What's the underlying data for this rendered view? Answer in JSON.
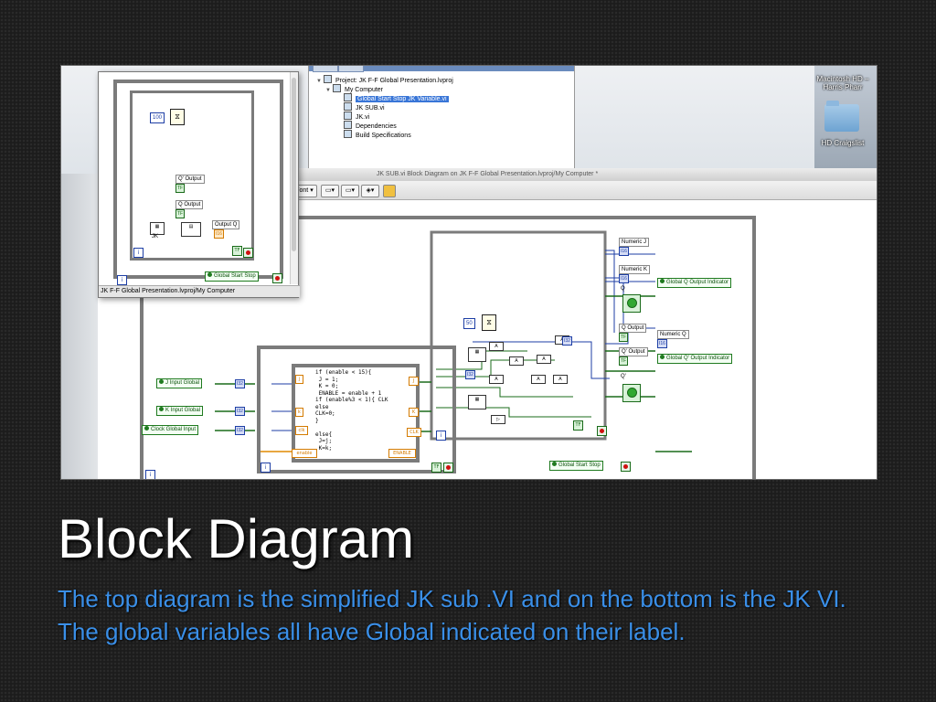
{
  "slide": {
    "title": "Block Diagram",
    "body": "The top diagram is the simplified JK sub .VI and on the bottom is the JK VI. The global variables all have Global indicated on their label."
  },
  "desktop": {
    "drive_label": "Macintosh HD – Harris Pharr",
    "folder_label": "HD Craigslist"
  },
  "project_explorer": {
    "items": [
      {
        "label": "Project: JK F-F Global Presentation.lvproj",
        "icon": "project-icon"
      },
      {
        "label": "My Computer",
        "icon": "computer-icon"
      },
      {
        "label": "Global Start Stop JK Variable.vi",
        "icon": "vi-icon",
        "selected": true
      },
      {
        "label": "JK SUB.vi",
        "icon": "vi-icon"
      },
      {
        "label": "JK.vi",
        "icon": "vi-icon"
      },
      {
        "label": "Dependencies",
        "icon": "dependencies-icon"
      },
      {
        "label": "Build Specifications",
        "icon": "build-icon"
      }
    ]
  },
  "block_diagram_window": {
    "title": "JK SUB.vi Block Diagram on JK F-F Global Presentation.lvproj/My Computer *",
    "toolbar": {
      "font_label": "Font"
    }
  },
  "inset_window": {
    "footer": "JK F-F Global Presentation.lvproj/My Computer",
    "wait_const": "100",
    "q_prime_output": "Q' Output",
    "q_output": "Q Output",
    "output_q": "Output Q",
    "jk_label": "JK",
    "tf": "TF",
    "global_start_stop": "Global Start Stop",
    "iter": "i"
  },
  "main_diagram": {
    "j_input_global": "J Input Global",
    "k_input_global": "K Input Global",
    "clock_global_input": "Clock Global Input",
    "global_start_stop": "Global Start Stop",
    "code_lines": "if (enable < 15){\n J = 1;\n K = 0;\n ENABLE = enable + 1\nif (enable%3 < 1){ CLK\nelse\nCLK=0;\n}\n\nelse{\n J=j;\n K=k;",
    "enable_left": "enable",
    "enable_right": "ENABLE",
    "j_node": "j",
    "k_node": "k",
    "clk_node": "clk",
    "clk_out": "CLK",
    "j_out": "J",
    "k_out": "K",
    "wait_const": "50",
    "numeric_j": "Numeric J",
    "numeric_k": "Numeric K",
    "q_label": "Q",
    "q_output": "Q Output",
    "numeric_q": "Numeric Q",
    "q_prime_output": "Q' Output",
    "q_prime": "Q'",
    "global_q_output_indicator": "Global Q Output Indicator",
    "global_q_prime_output_indicator": "Global Q' Output Indicator",
    "i16": "I16",
    "tf": "TF",
    "i32": "I32",
    "iter": "i"
  }
}
